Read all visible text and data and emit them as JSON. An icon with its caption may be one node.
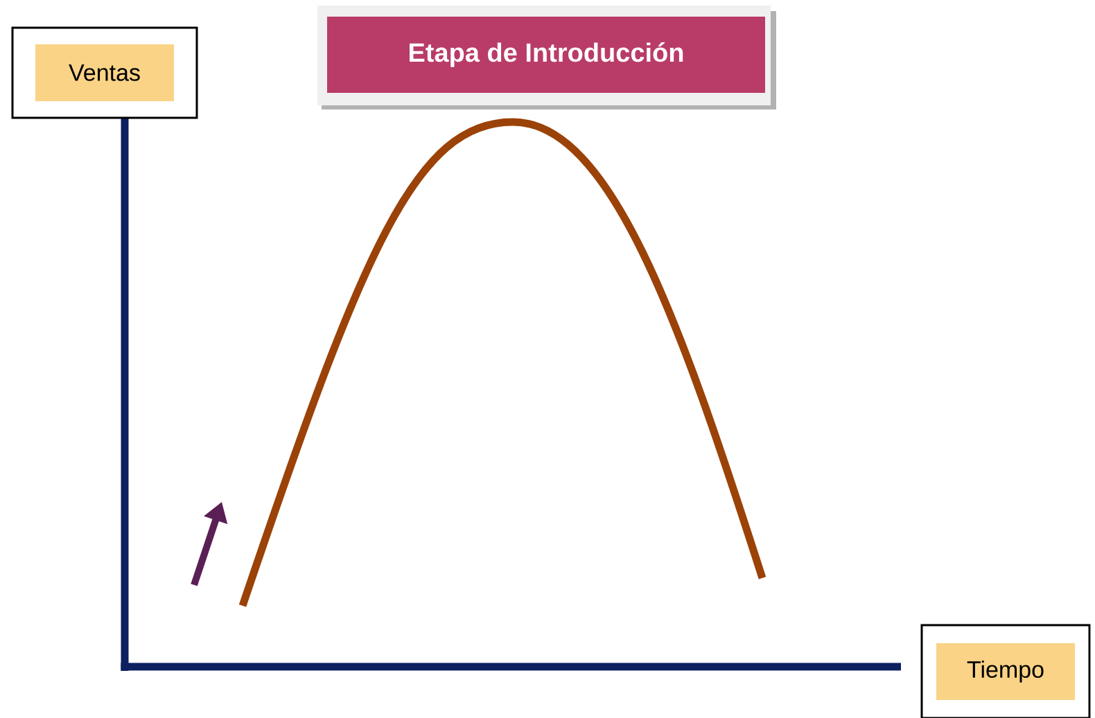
{
  "diagram": {
    "title": "Etapa de Introducción",
    "nodes": [
      {
        "text": [
          "Ventas"
        ]
      },
      {
        "text": [
          "Tiempo"
        ]
      }
    ]
  }
}
